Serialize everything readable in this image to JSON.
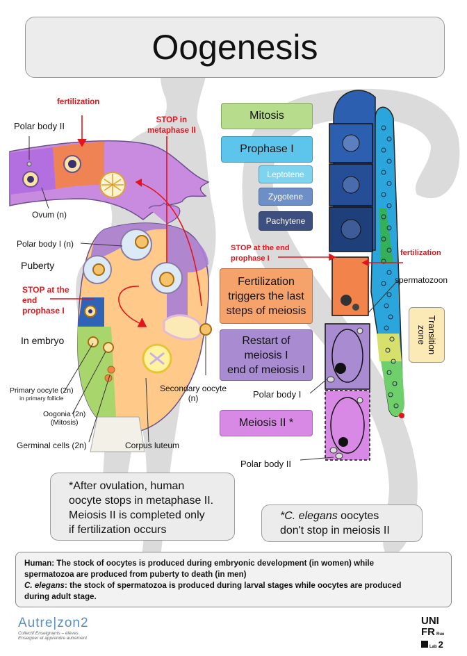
{
  "title": "Oogenesis",
  "human": {
    "fertilization": "fertilization",
    "polar_body_2": "Polar body II",
    "stop_metaphase": [
      "STOP in",
      "metaphase II"
    ],
    "ovum": "Ovum (n)",
    "polar_body_1": "Polar body I (n)",
    "puberty": "Puberty",
    "stop_prophase": [
      "STOP at the",
      "end",
      "prophase I"
    ],
    "in_embryo": "In embryo",
    "primary_oocyte": "Primary oocyte (2n)",
    "primary_follicle": "in primary follicle",
    "oogonia": [
      "Oogonia (2n)",
      "(Mitosis)"
    ],
    "germinal_cells": "Germinal cells (2n)",
    "corpus_luteum": "Corpus luteum",
    "secondary_oocyte": [
      "Secondary oocyte",
      "(n)"
    ]
  },
  "stages": {
    "mitosis": "Mitosis",
    "prophase1": "Prophase I",
    "leptotene": "Leptotene",
    "zygotene": "Zygotene",
    "pachytene": "Pachytene",
    "fertilization_triggers": [
      "Fertilization",
      "triggers the last",
      "steps of meiosis"
    ],
    "restart": [
      "Restart of",
      "meiosis I",
      "end of meiosis I"
    ],
    "meiosis2": "Meiosis II *"
  },
  "worm": {
    "stop_prophase": [
      "STOP at the end",
      "prophase I"
    ],
    "fertilization": "fertilization",
    "spermatozoon": "spermatozoon",
    "transition_zone": [
      "Transition",
      "zone"
    ],
    "polar_body_1": "Polar body I",
    "polar_body_2": "Polar body II"
  },
  "notes": {
    "human": [
      "*After ovulation, human",
      "oocyte stops in metaphase II.",
      "Meiosis II is completed only",
      "if fertilization occurs"
    ],
    "celegans_italic": "*C. elegans",
    "celegans_rest": " oocytes",
    "celegans_line2": "don't stop in meiosis II"
  },
  "bottom": {
    "line1": "Human: The stock of oocytes is produced during embryonic development (in women) while",
    "line2": "spermatozoa are produced from puberty to death (in men)",
    "line3_italic": "C. elegans",
    "line3_rest": ": the stock of spermatozoa is produced during larval stages while oocytes are produced",
    "line4": "during adult stage."
  },
  "logo_left": {
    "name": "Autre|zon2",
    "sub1": "Collectif Enseignants – élèves",
    "sub2": "Enseigner et apprendre autrement"
  },
  "logo_right": {
    "line1": "UNI",
    "line2": "FR",
    "sub": "Lab",
    "num": "2",
    "side": "Rue"
  },
  "colors": {
    "mitosis": "#b7dc8c",
    "prophase": "#5dc5ec",
    "leptotene": "#7ed3ef",
    "zygotene": "#6d8fc7",
    "pachytene": "#3d4f7e",
    "fertilization": "#f5a36b",
    "restart": "#a98bd1",
    "meiosis2": "#d889e6",
    "transition": "#fbeab6",
    "red": "#e2151b"
  }
}
